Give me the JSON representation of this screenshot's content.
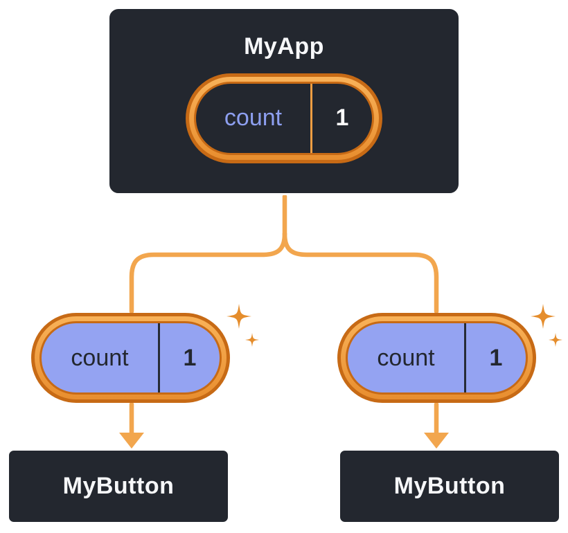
{
  "colors": {
    "canvas_bg": "#FFFFFF",
    "node_bg": "#23272F",
    "node_border": "#FFFFFF",
    "node_text": "#F6F7F9",
    "ring_dark": "#C76A15",
    "ring_light": "#F09E42",
    "connector": "#F2A64E",
    "sparkle": "#E58D2C",
    "pill_dark_bg": "#23272F",
    "pill_light_bg": "#94A3F2",
    "state_label": "#8D9FF0",
    "state_value_on_dark": "#FFFFFF",
    "prop_text": "#23272F"
  },
  "tree": {
    "root": {
      "title": "MyApp",
      "state": {
        "label": "count",
        "value": "1"
      }
    },
    "children": [
      {
        "title": "MyButton",
        "prop": {
          "label": "count",
          "value": "1"
        }
      },
      {
        "title": "MyButton",
        "prop": {
          "label": "count",
          "value": "1"
        }
      }
    ]
  }
}
